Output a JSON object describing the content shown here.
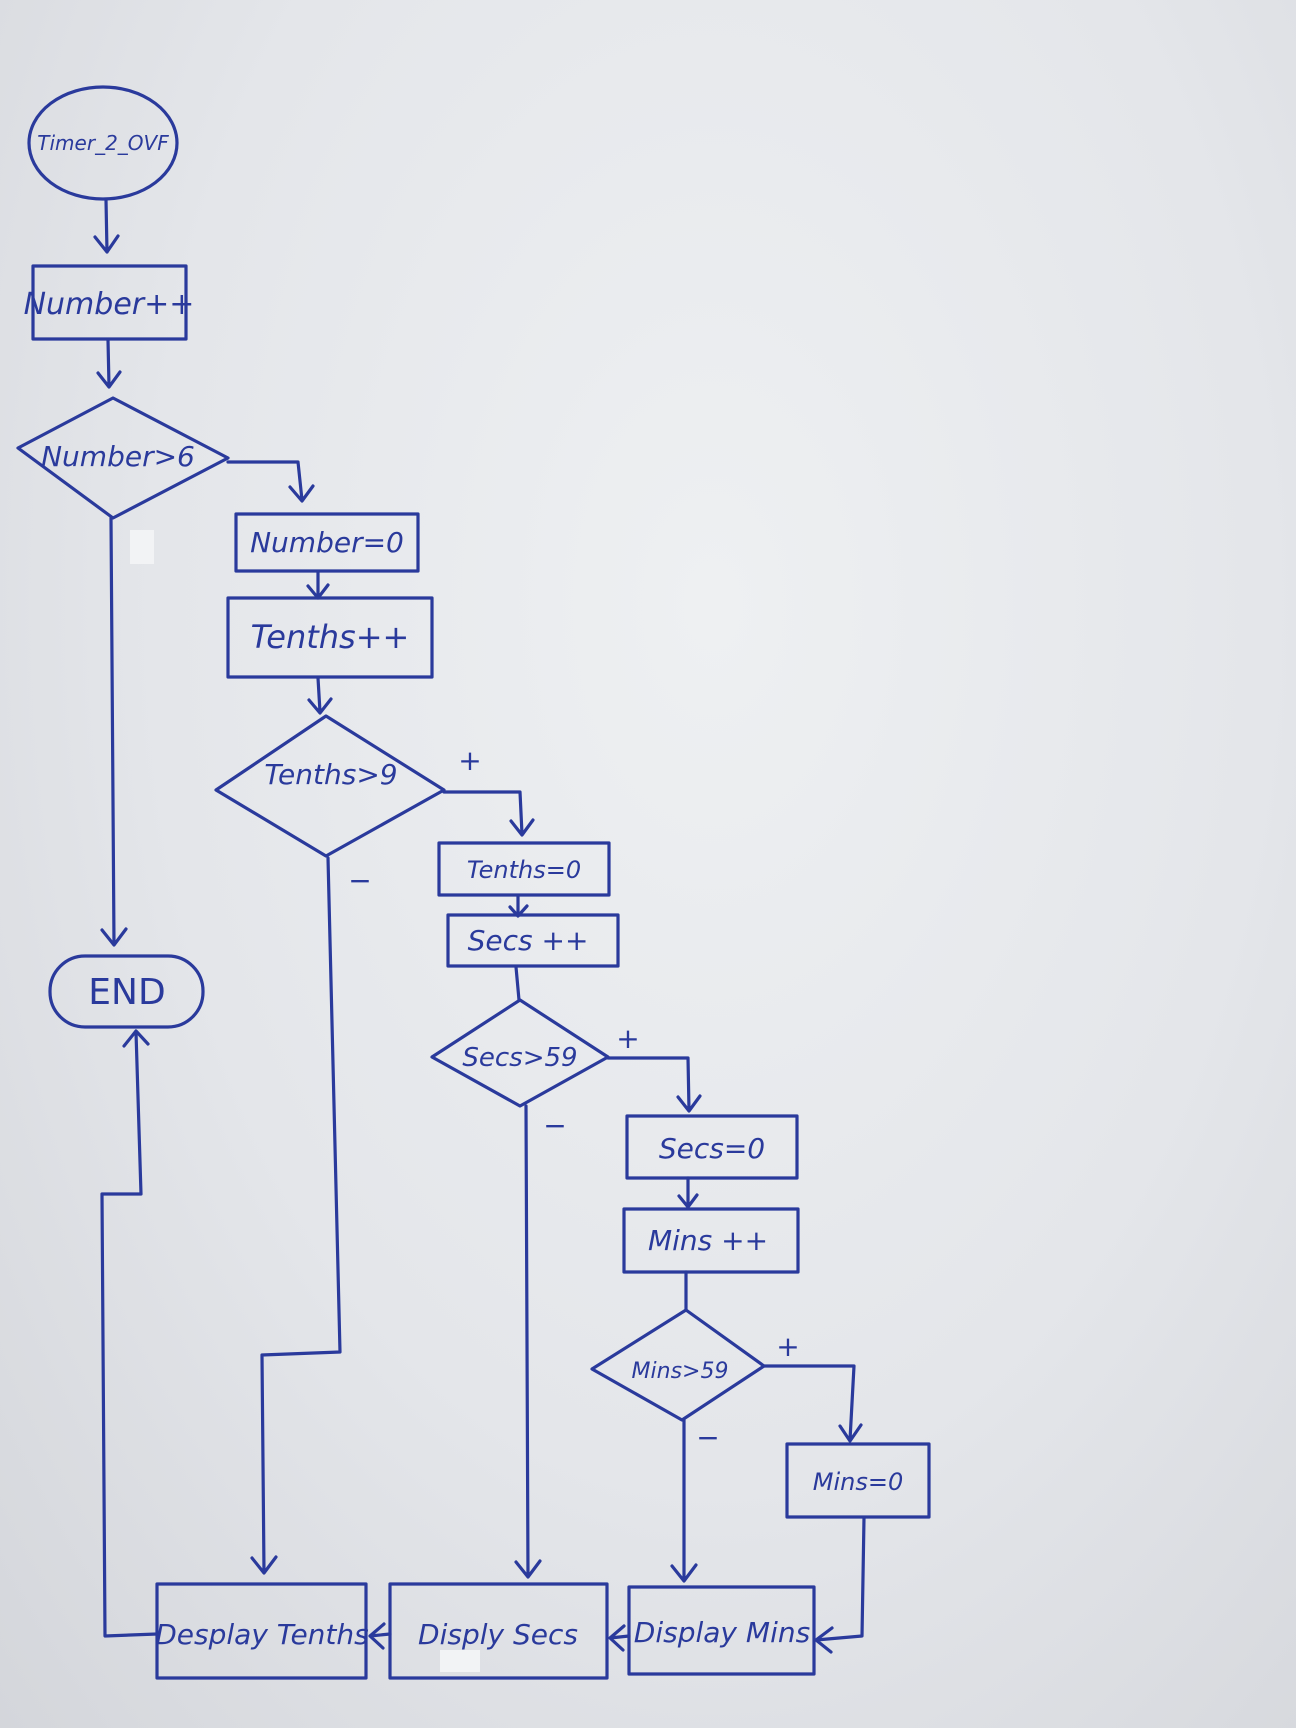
{
  "diagram": {
    "nodes": {
      "start": "Timer_2_OVF",
      "incNumber": "Number++",
      "decNumber": "Number>6",
      "resetNumber": "Number=0",
      "incTenths": "Tenths++",
      "decTenths": "Tenths>9",
      "resetTenths": "Tenths=0",
      "incSecs": "Secs ++",
      "decSecs": "Secs>59",
      "resetSecs": "Secs=0",
      "incMins": "Mins ++",
      "decMins": "Mins>59",
      "resetMins": "Mins=0",
      "end": "END",
      "dispTenths": "Desplay Tenths",
      "dispSecs": "Disply Secs",
      "dispMins": "Display Mins"
    },
    "branch_labels": {
      "tenths_yes": "+",
      "tenths_no": "−",
      "secs_yes": "+",
      "secs_no": "−",
      "mins_yes": "+",
      "mins_no": "−"
    },
    "ink_color": "#2a3a9c",
    "paper_color": "#e6e8eb"
  }
}
